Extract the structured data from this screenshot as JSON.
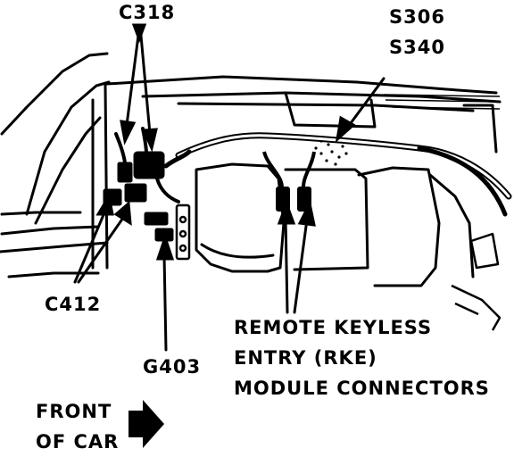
{
  "labels": {
    "c318": "C318",
    "s306": "S306",
    "s340": "S340",
    "c412": "C412",
    "g403": "G403",
    "rke_line1": "REMOTE KEYLESS",
    "rke_line2": "ENTRY (RKE)",
    "rke_line3": "MODULE CONNECTORS",
    "front_line1": "FRONT",
    "front_line2": "OF CAR"
  },
  "colors": {
    "ink": "#000000",
    "paper": "#ffffff"
  }
}
